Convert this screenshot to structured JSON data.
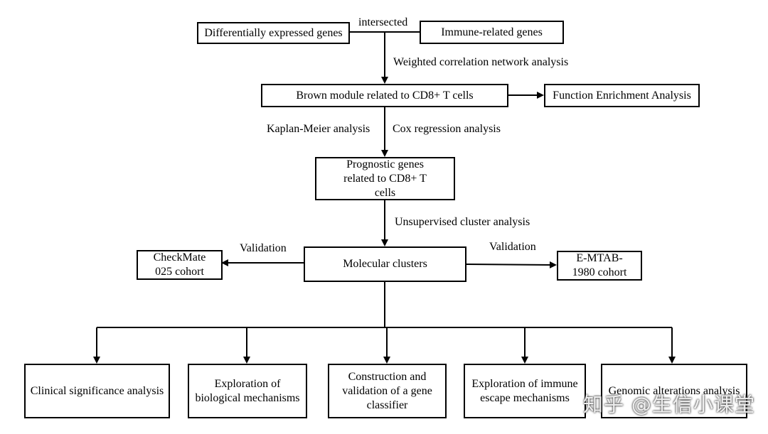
{
  "nodes": {
    "deg": "Differentially expressed genes",
    "immune": "Immune-related genes",
    "brown": "Brown module related to CD8+ T cells",
    "func": "Function Enrichment Analysis",
    "prog": "Prognostic genes related to CD8+ T cells",
    "mol": "Molecular clusters",
    "checkmate": "CheckMate 025 cohort",
    "emtab": "E-MTAB-1980 cohort",
    "clinical": "Clinical significance analysis",
    "bio": "Exploration of biological mechanisms",
    "classifier": "Construction and validation of a gene classifier",
    "escape": "Exploration of immune escape mechanisms",
    "genomic": "Genomic alterations analysis"
  },
  "edges": {
    "intersected": "intersected",
    "wgcna": "Weighted correlation network analysis",
    "km": "Kaplan-Meier analysis",
    "cox": "Cox regression analysis",
    "unsupervised": "Unsupervised cluster analysis",
    "validation_left": "Validation",
    "validation_right": "Validation"
  },
  "watermark": "知乎 @生信小课堂"
}
